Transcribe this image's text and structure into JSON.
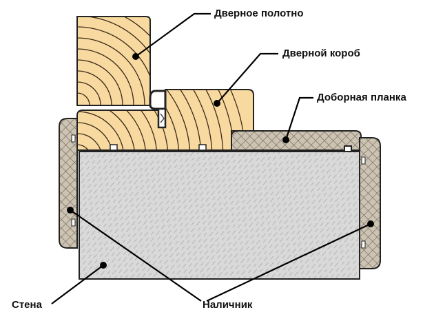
{
  "labels": {
    "door_leaf": "Дверное полотно",
    "door_frame": "Дверной короб",
    "extension_board": "Доборная планка",
    "wall": "Стена",
    "casing": "Наличник"
  },
  "colors": {
    "wood": "#f8d9a0",
    "grain": "#3a2a18",
    "composite": "#cdc3b2",
    "wall": "#d9d9d9",
    "outline": "#222222"
  }
}
